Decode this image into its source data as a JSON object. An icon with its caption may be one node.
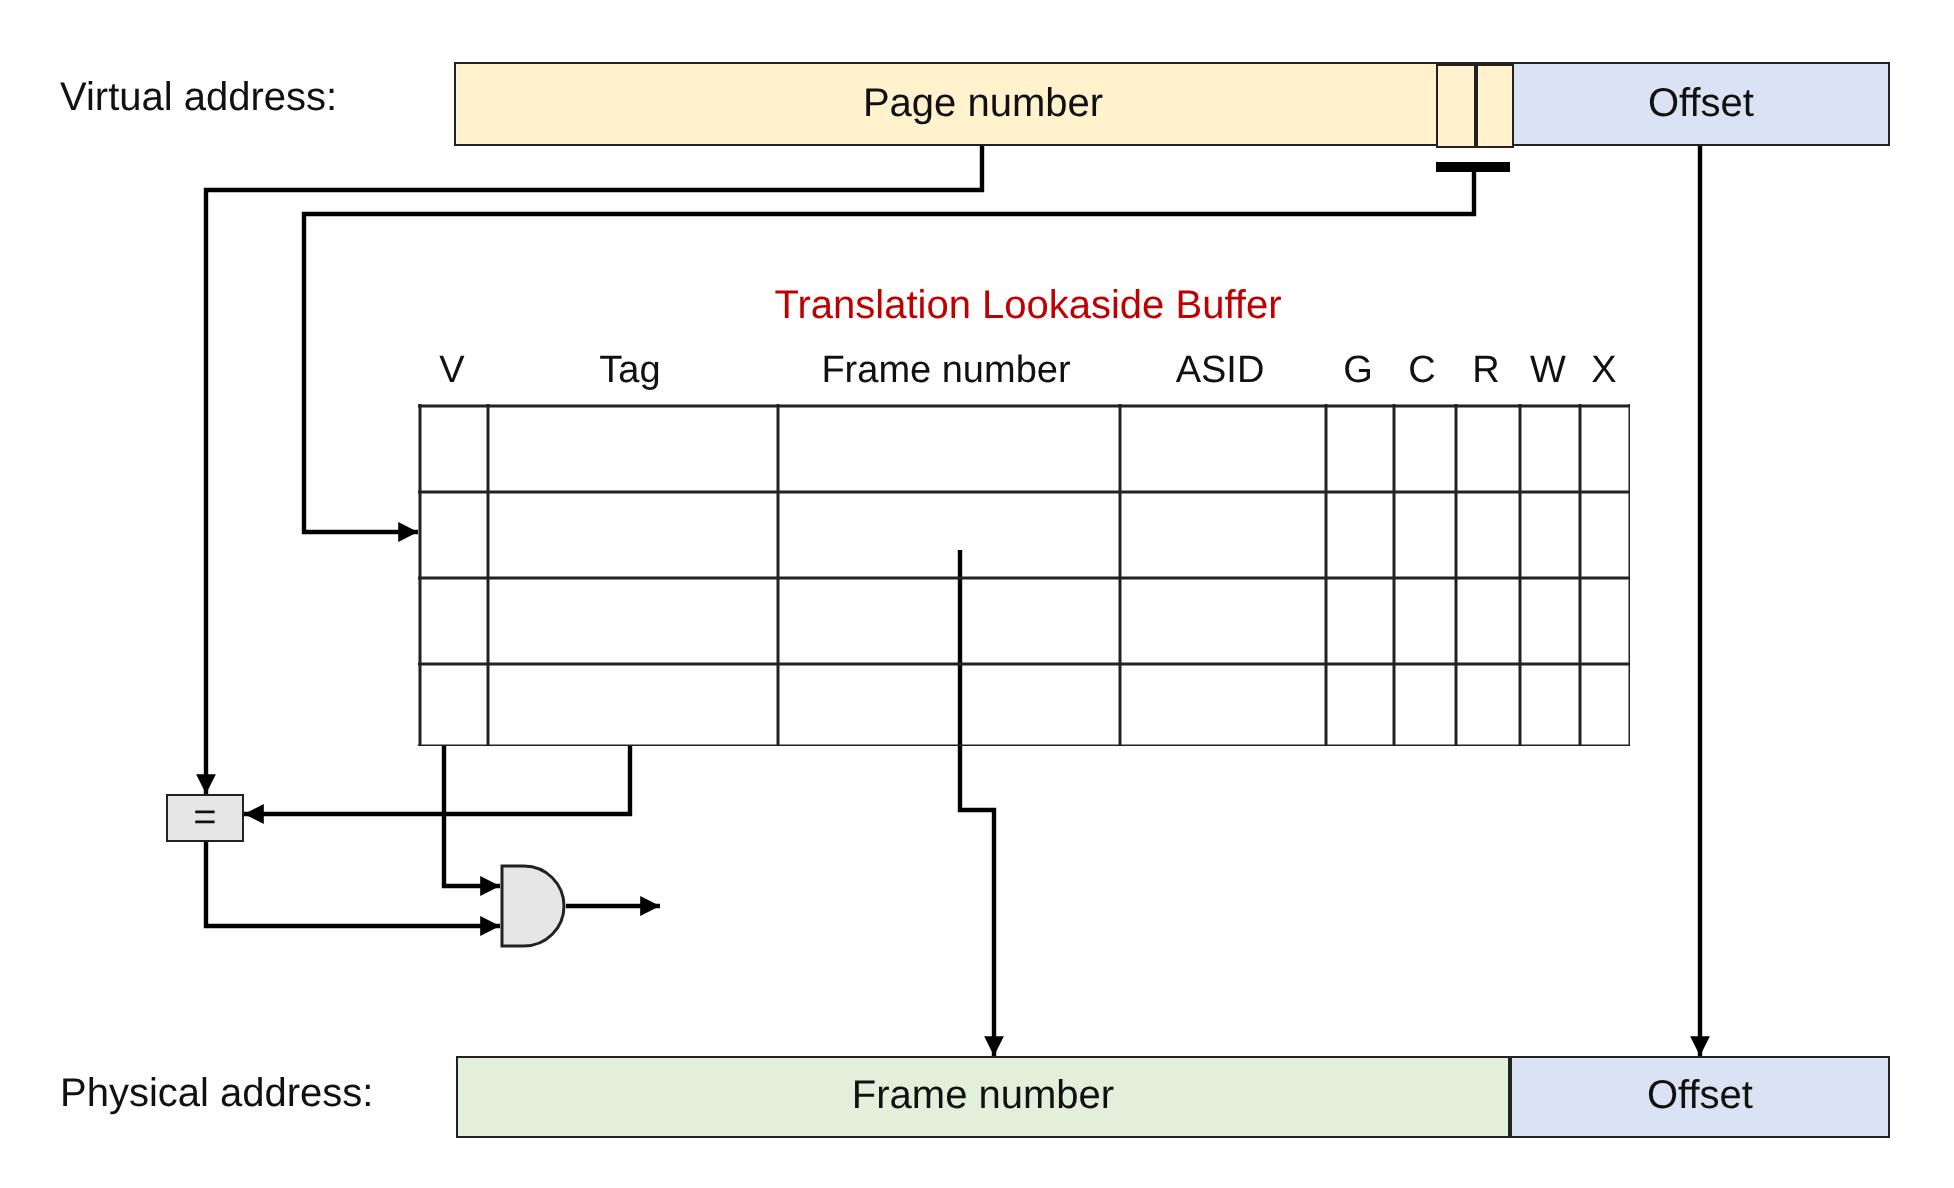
{
  "diagram": {
    "title": "Translation Lookaside Buffer",
    "nodes": [
      {
        "text": [
          "Page number"
        ]
      },
      {
        "text": [],
        "shape": "box",
        "in": 0
      },
      {
        "text": [],
        "shape": "box",
        "in": 0
      },
      {
        "text": [
          "Offset"
        ]
      },
      {
        "text": [],
        "shape": "box",
        "beside": [
          "V",
          "Tag",
          "Frame number",
          "ASID",
          "G",
          "C",
          "R",
          "W",
          "X"
        ]
      },
      {
        "text": [],
        "shape": "bar"
      },
      {
        "text": [
          "="
        ]
      },
      {
        "text": [],
        "shape": "gate"
      },
      {
        "text": [
          "Frame number"
        ]
      },
      {
        "text": [
          "Offset"
        ]
      }
    ],
    "edges": [
      {
        "from": 0,
        "to": 6,
        "arrow": "to"
      },
      {
        "from": 5,
        "to": 4,
        "arrow": "to"
      },
      {
        "from": 4,
        "to": 6,
        "arrow": "to"
      },
      {
        "from": 4,
        "to": 7,
        "arrow": "to"
      },
      {
        "from": 6,
        "to": 7,
        "arrow": "to"
      },
      {
        "from": 7,
        "to": null,
        "arrow": "to"
      },
      {
        "from": 4,
        "to": 8,
        "arrow": "to"
      },
      {
        "from": 3,
        "to": 9,
        "arrow": "to"
      }
    ],
    "labels": [
      "Virtual address:",
      "Physical address:"
    ]
  }
}
